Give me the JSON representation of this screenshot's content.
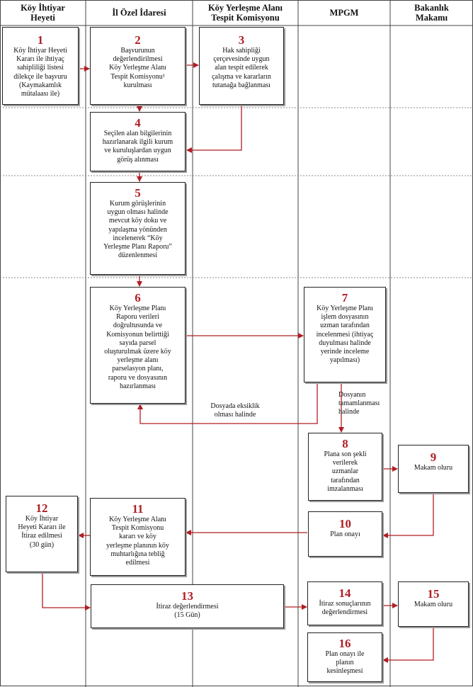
{
  "columns": [
    {
      "id": "koy",
      "label": "Köy İhtiyar\nHeyeti"
    },
    {
      "id": "ioi",
      "label": "İl Özel İdaresi"
    },
    {
      "id": "kyatk",
      "label": "Köy Yerleşme Alanı\nTespit Komisyonu"
    },
    {
      "id": "mpgm",
      "label": "MPGM"
    },
    {
      "id": "bakanlik",
      "label": "Bakanlık\nMakamı"
    }
  ],
  "steps": [
    {
      "num": "1",
      "text": "Köy İhtiyar Heyeti\nKararı ile ihtiyaç\nsahipliliği listesi\ndilekçe ile başvuru\n(Kaymakamlık\nmütalaası ile)"
    },
    {
      "num": "2",
      "text": "Başvurunun\ndeğerlendirilmesi\nKöy Yerleşme Alanı\nTespit Komisyonu¹\nkurulması"
    },
    {
      "num": "3",
      "text": "Hak sahipliği\nçerçevesinde uygun\nalan tespit edilerek\nçalışma ve kararların\ntutanağa bağlanması"
    },
    {
      "num": "4",
      "text": "Seçilen alan bilgilerinin\nhazırlanarak ilgili kurum\nve kuruluşlardan uygun\ngörüş alınması"
    },
    {
      "num": "5",
      "text": "Kurum görüşlerinin\nuygun olması halinde\nmevcut köy doku ve\nyapılaşma yönünden\nincelenerek “Köy\nYerleşme Planı Raporu”\ndüzenlenmesi"
    },
    {
      "num": "6",
      "text": "Köy Yerleşme Planı\nRaporu verileri\ndoğrultusunda ve\nKomisyonun belirttiği\nsayıda parsel\noluşturulmak üzere köy\nyerleşme alanı\nparselasyon planı,\nraporu ve dosyasının\nhazırlanması"
    },
    {
      "num": "7",
      "text": "Köy Yerleşme Planı\nişlem dosyasının\nuzman tarafından\nincelenmesi (ihtiyaç\nduyulması halinde\nyerinde inceleme\nyapılması)"
    },
    {
      "num": "8",
      "text": "Plana son şekli\nverilerek\nuzmanlar\ntarafından\nimzalanması"
    },
    {
      "num": "9",
      "text": "Makam oluru"
    },
    {
      "num": "10",
      "text": "Plan onayı"
    },
    {
      "num": "11",
      "text": "Köy Yerleşme Alanı\nTespit Komisyonu\nkararı ve köy\nyerleşme planının köy\nmuhtarlığına tebliğ\nedilmesi"
    },
    {
      "num": "12",
      "text": "Köy İhtiyar\nHeyeti Kararı ile\nİtiraz edilmesi\n(30 gün)"
    },
    {
      "num": "13",
      "text": "İtiraz değerlendirmesi\n(15 Gün)"
    },
    {
      "num": "14",
      "text": "İtiraz sonuçlarının\ndeğerlendirmesi"
    },
    {
      "num": "15",
      "text": "Makam oluru"
    },
    {
      "num": "16",
      "text": "Plan onayı ile\nplanın\nkesinleşmesi"
    }
  ],
  "labels": {
    "eksiklik": "Dosyada eksiklik\nolması halinde",
    "tamam": "Dosyanın\ntamamlanması\nhalinde"
  },
  "colors": {
    "arrow": "#b01e23",
    "num": "#b01e23",
    "lines": "#555555"
  }
}
